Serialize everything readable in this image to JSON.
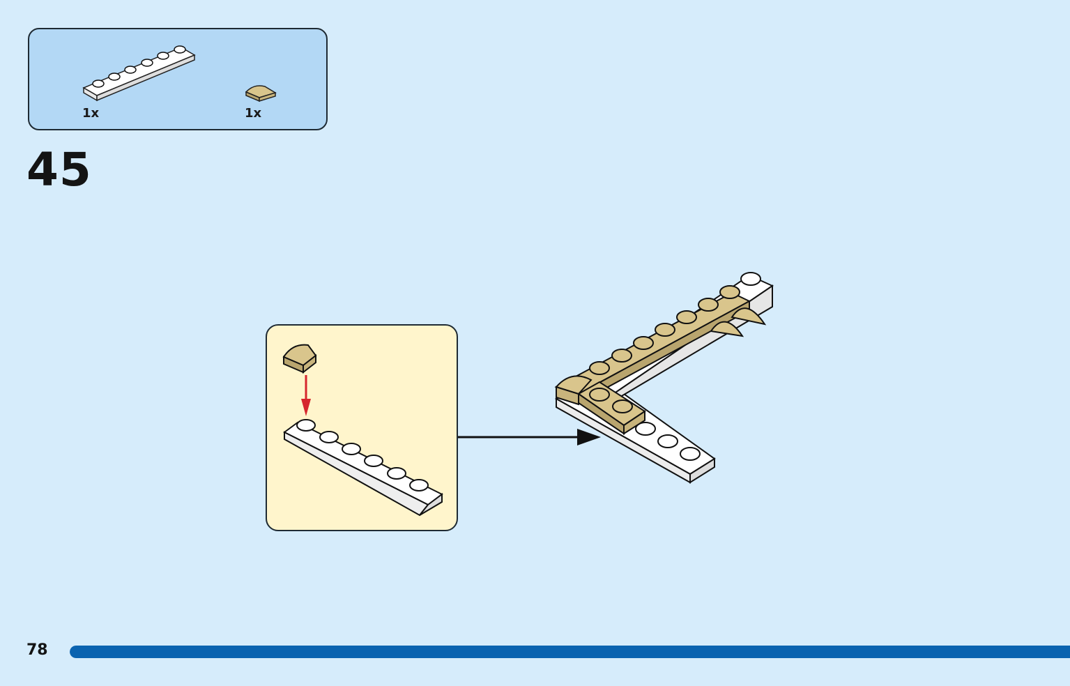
{
  "parts_list": {
    "items": [
      {
        "name": "white-plate-1x6",
        "quantity": "1x",
        "color": "#ffffff"
      },
      {
        "name": "tan-quarter-round-tile",
        "quantity": "1x",
        "color": "#d9c58c"
      }
    ]
  },
  "step": {
    "number": "45"
  },
  "page": {
    "number": "78",
    "progress": 1.0
  },
  "colors": {
    "background": "#d6ecfb",
    "parts_box": "#b3d8f5",
    "callout": "#fff5cc",
    "tan": "#d9c58c",
    "arrow": "#d6262e",
    "progress": "#0a63b0"
  }
}
